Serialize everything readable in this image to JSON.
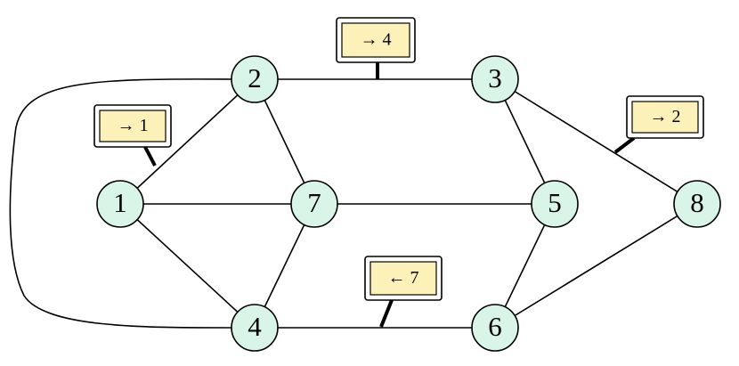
{
  "colors": {
    "node_fill": "#d9f5e8",
    "tag_fill": "#fcf1b9",
    "line": "#000000"
  },
  "nodes": [
    {
      "id": "1",
      "label": "1"
    },
    {
      "id": "2",
      "label": "2"
    },
    {
      "id": "3",
      "label": "3"
    },
    {
      "id": "4",
      "label": "4"
    },
    {
      "id": "5",
      "label": "5"
    },
    {
      "id": "6",
      "label": "6"
    },
    {
      "id": "7",
      "label": "7"
    },
    {
      "id": "8",
      "label": "8"
    }
  ],
  "edges": [
    {
      "from": "1",
      "to": "2"
    },
    {
      "from": "1",
      "to": "7"
    },
    {
      "from": "1",
      "to": "4"
    },
    {
      "from": "2",
      "to": "3"
    },
    {
      "from": "2",
      "to": "7"
    },
    {
      "from": "2",
      "to": "4",
      "curved": true
    },
    {
      "from": "3",
      "to": "5"
    },
    {
      "from": "3",
      "to": "8"
    },
    {
      "from": "7",
      "to": "5"
    },
    {
      "from": "7",
      "to": "4"
    },
    {
      "from": "4",
      "to": "6"
    },
    {
      "from": "5",
      "to": "6"
    },
    {
      "from": "6",
      "to": "8"
    }
  ],
  "tags": [
    {
      "id": "tag-1",
      "label": "→ 1"
    },
    {
      "id": "tag-4",
      "label": "→ 4"
    },
    {
      "id": "tag-2",
      "label": "→ 2"
    },
    {
      "id": "tag-7",
      "label": "← 7"
    }
  ]
}
